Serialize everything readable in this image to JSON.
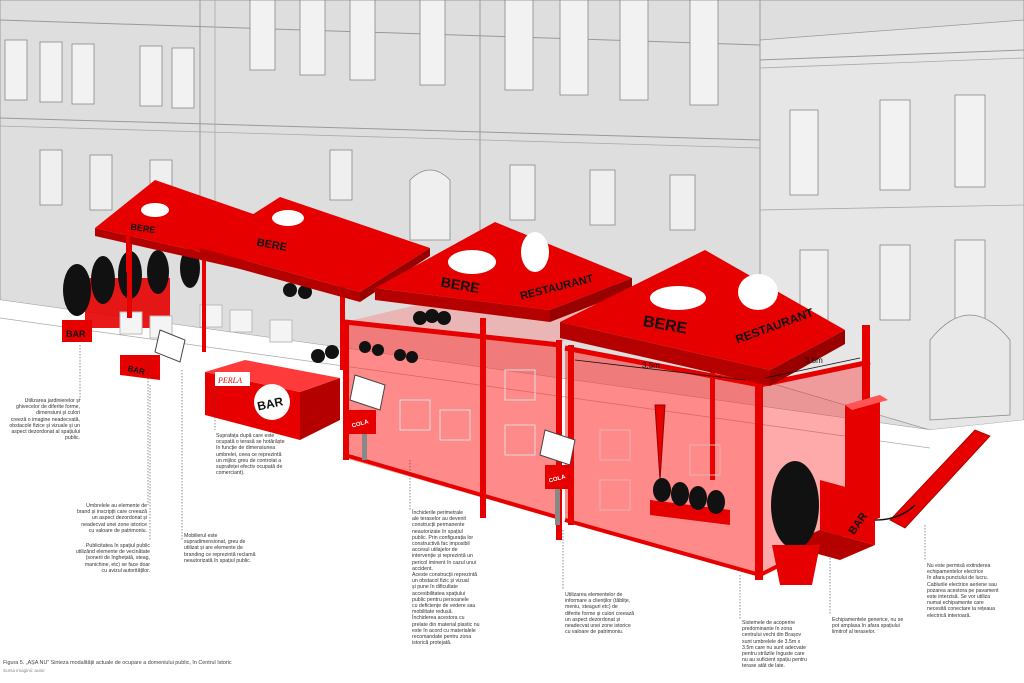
{
  "umbrellas": {
    "u1": "BERE",
    "u2": "BERE",
    "u3_left": "BERE",
    "u3_right": "RESTAURANT",
    "u4_left": "BERE",
    "u4_right": "RESTAURANT"
  },
  "signs": {
    "bar1": "BAR",
    "bar2": "BAR",
    "bar3": "BAR",
    "bar4": "BAR",
    "perla": "PERLA",
    "cola1": "COLA",
    "cola2": "COLA"
  },
  "dimensions": {
    "d1": "3.5m",
    "d2": "3.5m"
  },
  "notes": {
    "n1": "Utilizarea jardinierelor și\nghivecelor de diferite forme,\ndimensiuni și culori\ncreeză o imagine neadecvată,\nobstacole fizice și vizuale și un\naspect dezordonat al spațiului\npublic.",
    "n2": "Umbrelele au elemente de\nbrand și inscripții care creează\nun aspect dezordonat și\nneadecvat unei zone istorice\ncu valoare de patrimoniu.",
    "n3": "Publicitatea în spațiul public\nutilizând elemente de vecinătate\n(sonerii de înghețată, steag,\nmanichine, etc) se face doar\ncu avizul autorităților.",
    "n4": "Suprafața după care este\nocupată o terasă se hotărăște\nîn funcție de dimensiunea\numbrelei, ceea ce reprezintă\nun mijloc greu de controlat a\nsuprafeței efectiv ocupată de\ncomerciant).",
    "n5": "Mobilierul este\nsupradimensionat, greu de\nutilizat și are elemente de\nbranding ce reprezintă reclamă\nneautorizată în spațiul public.",
    "n6": "Închiderile perimetrale\nale teraselor au devenit\nconstrucții permanente\nneautorizate în spațiul\npublic. Prin configurația lor\nconstructivă fac imposibil\naccesul utilajelor de\nintervenție și reprezintă un\npericol iminent în cazul unui\naccident.\nAceste construcții reprezintă\nun obstacol fizic și vizual\nși pune în dificultate\naccesibilitatea spațiului\npublic pentru persoanele\ncu deficiențe de vedere sau\nmobilitate redusă.\nÎnchiderea acestora cu\nprelate din material plastic nu\neste în acord cu materialele\nrecomandate pentru zona\nistorică protejată.",
    "n7": "Utilizarea elementelor de\ninformare a clienților (tăblițe,\nmeniu, steaguri etc) de\ndiferite forme și culori creează\nun aspect dezordonat și\nneadecvat unei zone istorice\ncu valoare de patrimoniu.",
    "n8": "Sistemele de acoperire\npredominante în zona\ncentrului vechi din Brașov\nsunt umbrelele de 3.5m x\n3.5m care nu sunt adecvate\npentru străzile înguste care\nnu au suficient spațiu pentru\nterase atât de late.",
    "n9": "Echipamentele generice, nu se\npot amplasa în afara spațiului\nlimitrof al teraselor.",
    "n10": "Nu este permisă extinderea\nechipamentelor electrice\nîn afara punctului de lucru.\nCablurile electrice aeriene sau\npozarea acestora pe pavament\neste interzisă. Se vor utiliza\nnumai echipamente care\nnecesită conectare la rețeaua\nelectrică interioară."
  },
  "caption": "Figura 5.   „AȘA NU” Sinteza modalității actuale de ocupare a domeniului public, în Centrul Istoric",
  "source": "Sursa imaginii: autor",
  "colors": {
    "red": "#e60000",
    "dark_red": "#b50000",
    "transparent_red": "#ff2a2a",
    "building": "#dcdcdc",
    "lines": "#8a8a8a"
  }
}
